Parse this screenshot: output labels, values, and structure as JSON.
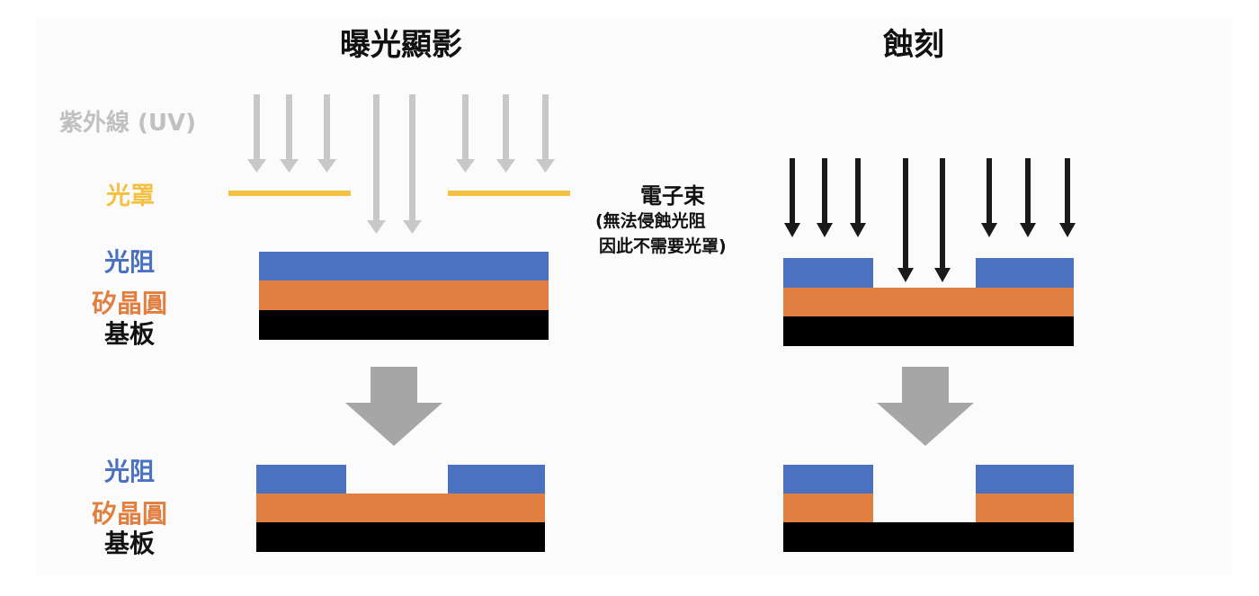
{
  "titles": {
    "exposure": "曝光顯影",
    "etching": "蝕刻"
  },
  "labels": {
    "uv": "紫外線 (UV)",
    "mask": "光罩",
    "photoresist": "光阻",
    "wafer": "矽晶圓",
    "substrate": "基板",
    "ebeam": "電子束",
    "ebeam_note_line1": "(無法侵蝕光阻",
    "ebeam_note_line2": "因此不需要光罩)"
  },
  "colors": {
    "uv_arrow": "#c8c8c8",
    "mask": "#f4c143",
    "photoresist": "#4a72c0",
    "wafer": "#e07f40",
    "substrate": "#000000",
    "ebeam_arrow": "#1a1a1a",
    "process_arrow": "#a6a6a6",
    "uv_label": "#c0c0c0"
  }
}
